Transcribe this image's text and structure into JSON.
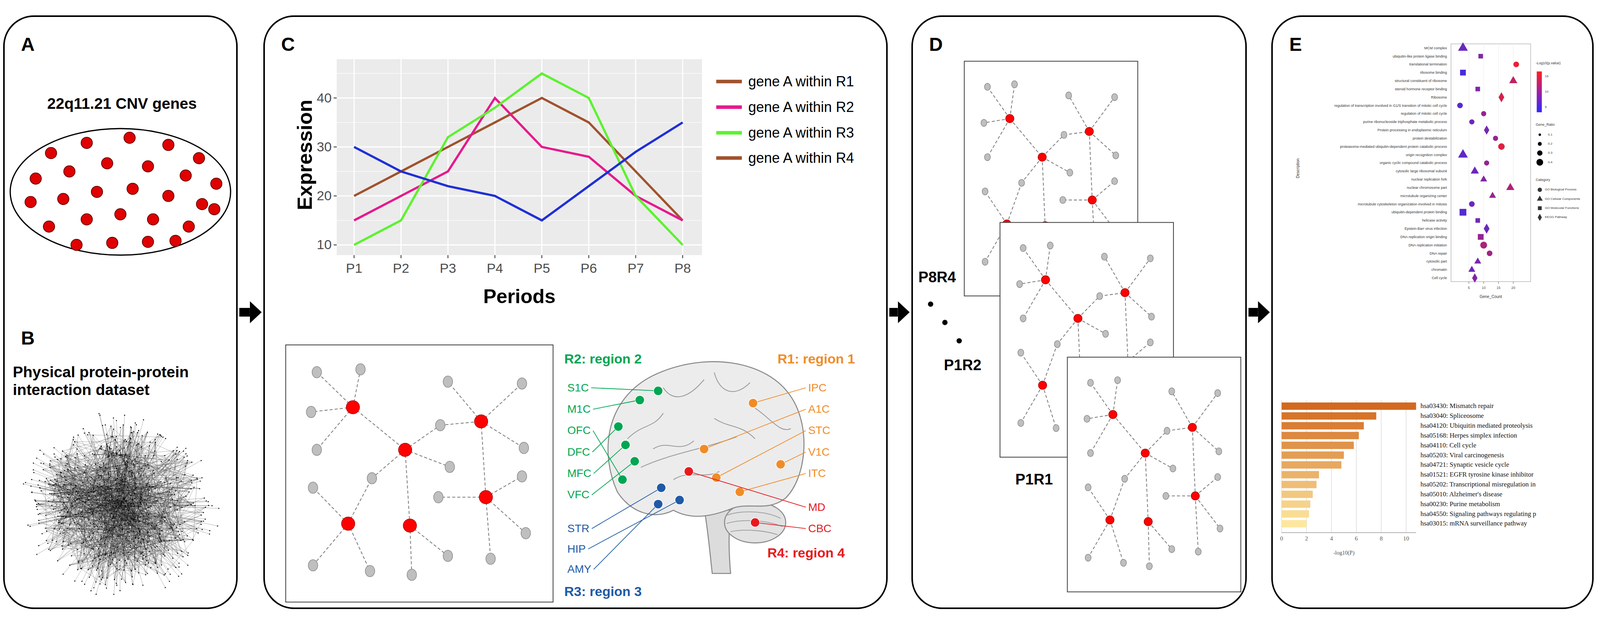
{
  "diagram": {
    "nodes": [
      {
        "text": [
          "A",
          "22q11.21 CNV genes",
          "B",
          "Physical protein-protein interaction dataset"
        ]
      },
      {
        "text": [
          "C"
        ]
      },
      {
        "text": [
          "D"
        ]
      },
      {
        "text": [
          "E"
        ]
      }
    ],
    "edges": [
      {
        "from": 0,
        "to": 1,
        "arrow": "to"
      },
      {
        "from": 1,
        "to": 2,
        "arrow": "to"
      },
      {
        "from": 2,
        "to": 3,
        "arrow": "to"
      }
    ],
    "labels": [
      "10",
      "20",
      "30",
      "40",
      "P1",
      "P2",
      "P3",
      "P4",
      "P5",
      "P6",
      "P7",
      "P8",
      "Expression",
      "Periods",
      "R2: region 2",
      "S1C",
      "M1C",
      "OFC",
      "DFC",
      "MFC",
      "VFC",
      "R1: region 1",
      "IPC",
      "A1C",
      "STC",
      "V1C",
      "ITC",
      "STR",
      "HIP",
      "AMY",
      "R3: region 3",
      "MD",
      "CBC",
      "R4: region 4",
      "P8R4",
      "P1R2",
      "P1R1",
      "MCM complex",
      "ubiquitin-like protein ligase binding",
      "translational termination",
      "ribosome binding",
      "structural constituent of ribosome",
      "steroid hormone receptor binding",
      "Ribosome",
      "regulation of transcription involved in G1/S transition of mitotic cell cycle",
      "regulation of mitotic cell cycle",
      "purine ribonucleoside triphosphate metabolic process",
      "Protein processing in endoplasmic reticulum",
      "protein destabilization",
      "proteasome-mediated ubiquitin-dependent protein catabolic process",
      "origin recognition complex",
      "organic cyclic compound catabolic process",
      "cytosolic large ribosomal subunit",
      "nuclear replication fork",
      "nuclear chromosome part",
      "microtubule organizing center",
      "microtubule cytoskeleton organization involved in mitosis",
      "ubiquitin-dependent protein binding",
      "helicase activity",
      "Epstein-Barr virus infection",
      "DNA replication origin binding",
      "DNA replication initiation",
      "DNA repair",
      "cytosolic part",
      "chromatin",
      "Cell cycle",
      "Description",
      "5",
      "10",
      "15",
      "20",
      "Gene_Count",
      "-Log10(p.value)",
      "15",
      "10",
      "5",
      "Gene_Ratio",
      "0.1",
      "0.2",
      "0.3",
      "0.4",
      "Category",
      "GO Biological Process",
      "GO Cellular Components",
      "GO Molecular Functions",
      "KEGG Pathway",
      "hsa03430: Mismatch repair",
      "hsa03040: Spliceosome",
      "hsa04120: Ubiquitin mediated proteolysis",
      "hsa05168: Herpes simplex infection",
      "hsa04110: Cell cycle",
      "hsa05203: Viral carcinogenesis",
      "hsa04721: Synaptic vesicle cycle",
      "hsa01521: EGFR tyrosine kinase inhibitor",
      "hsa05202: Transcriptional misregulation in",
      "hsa05010: Alzheimer's disease",
      "hsa00230: Purine metabolism",
      "hsa04550: Signaling pathways regulating p",
      "hsa03015: mRNA surveillance pathway",
      "0",
      "2",
      "4",
      "6",
      "8",
      "10",
      "-log10(P)"
    ],
    "legend": [
      {
        "text": "gene A within R1",
        "color": "#a0522d"
      },
      {
        "text": "gene A within R2",
        "color": "#e6198c"
      },
      {
        "text": "gene A within R3",
        "color": "#5cf22e"
      },
      {
        "text": "gene A within R4",
        "color": "#a0522d"
      }
    ]
  }
}
